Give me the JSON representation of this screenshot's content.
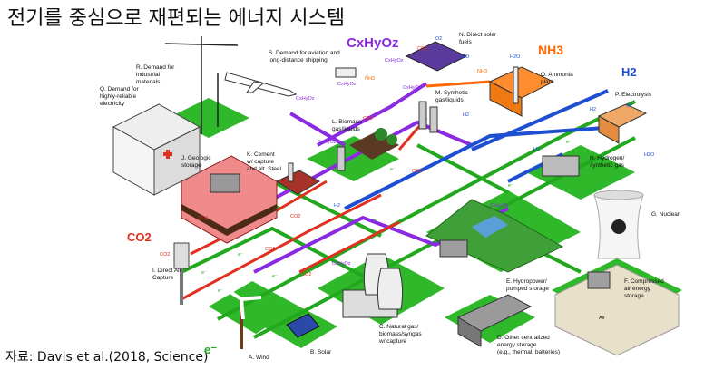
{
  "title": "전기를 중심으로 재편되는 에너지 시스템",
  "source": "자료: Davis et al.(2018, Science)",
  "carriers": {
    "co2": "CO2",
    "cxhyoz": "CxHyOz",
    "nh3": "NH3",
    "h2": "H2",
    "electricity": "e⁻"
  },
  "nodes": {
    "A": "A. Wind",
    "B": "B. Solar",
    "C": [
      "C. Natural gas/",
      "biomass/syngas",
      "w/ capture"
    ],
    "D": [
      "D. Other centralized",
      "energy storage",
      "(e.g., thermal, batteries)"
    ],
    "E": [
      "E. Hydropower/",
      "pumped storage"
    ],
    "F": [
      "F. Compressed",
      "air energy",
      "storage"
    ],
    "G": "G. Nuclear",
    "H": [
      "H. Hydrogen/",
      "synthetic gas"
    ],
    "I": [
      "I. Direct Air",
      "Capture"
    ],
    "J": [
      "J. Geologic",
      "storage"
    ],
    "K": [
      "K. Cement",
      "w/ capture",
      "and alt. Steel"
    ],
    "L": [
      "L. Biomass",
      "gas/liquids"
    ],
    "M": [
      "M. Synthetic",
      "gas/liquids"
    ],
    "N": [
      "N. Direct solar",
      "fuels"
    ],
    "O": [
      "O. Ammonia",
      "plant"
    ],
    "P": "P. Electrolysis",
    "Q": [
      "Q. Demand for",
      "highly-reliable",
      "electricity"
    ],
    "R": [
      "R. Demand for",
      "industrial",
      "materials"
    ],
    "S": [
      "S. Demand for aviation and",
      "long-distance shipping"
    ]
  },
  "flow_labels": {
    "co2": "CO2",
    "cxhyoz": "CxHyOz",
    "h2": "H2",
    "e": "e⁻",
    "nh3": "NH3",
    "o2": "O2",
    "h2o": "H2O",
    "air": "Air"
  },
  "colors": {
    "co2": "#e03020",
    "hydrocarbon": "#8a2be2",
    "ammonia": "#ff6a00",
    "hydrogen": "#1f4fd1",
    "electricity": "#22a81e",
    "ground": "#2fb82a"
  }
}
